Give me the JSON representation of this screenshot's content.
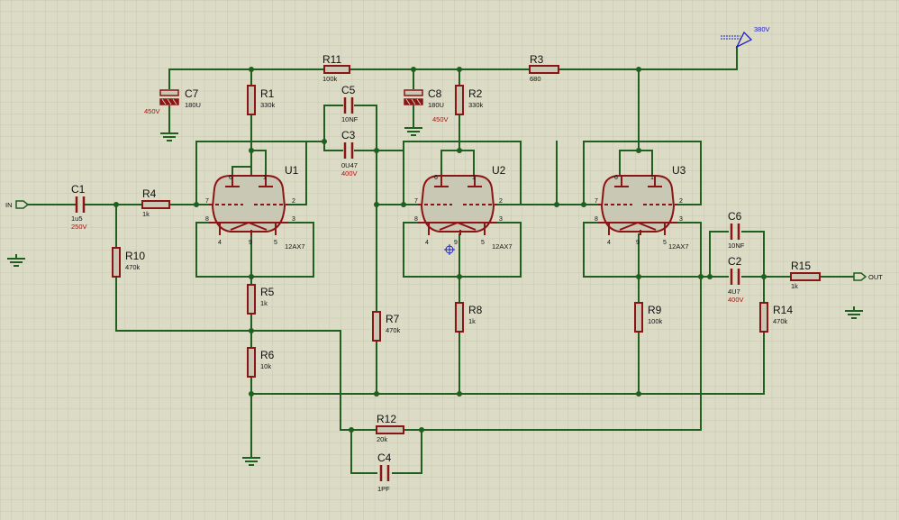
{
  "terminals": {
    "input": "IN",
    "output": "OUT",
    "supply": "380V"
  },
  "tubes": [
    {
      "ref": "U1",
      "type": "12AX7",
      "pins": [
        "6",
        "1",
        "7",
        "2",
        "8",
        "3",
        "4",
        "9",
        "5"
      ]
    },
    {
      "ref": "U2",
      "type": "12AX7",
      "pins": [
        "6",
        "1",
        "7",
        "2",
        "8",
        "3",
        "4",
        "9",
        "5"
      ]
    },
    {
      "ref": "U3",
      "type": "12AX7",
      "pins": [
        "6",
        "1",
        "7",
        "2",
        "8",
        "3",
        "4",
        "9",
        "5"
      ]
    }
  ],
  "resistors": [
    {
      "ref": "R1",
      "value": "330k"
    },
    {
      "ref": "R2",
      "value": "330k"
    },
    {
      "ref": "R3",
      "value": "680"
    },
    {
      "ref": "R4",
      "value": "1k"
    },
    {
      "ref": "R5",
      "value": "1k"
    },
    {
      "ref": "R6",
      "value": "10k"
    },
    {
      "ref": "R7",
      "value": "470k"
    },
    {
      "ref": "R8",
      "value": "1k"
    },
    {
      "ref": "R9",
      "value": "100k"
    },
    {
      "ref": "R10",
      "value": "470k"
    },
    {
      "ref": "R11",
      "value": "100k"
    },
    {
      "ref": "R12",
      "value": "20k"
    },
    {
      "ref": "R14",
      "value": "470k"
    },
    {
      "ref": "R15",
      "value": "1k"
    }
  ],
  "capacitors": [
    {
      "ref": "C1",
      "value": "1u5",
      "voltage": "250V"
    },
    {
      "ref": "C2",
      "value": "4U7",
      "voltage": "400V"
    },
    {
      "ref": "C3",
      "value": "0U47",
      "voltage": "400V"
    },
    {
      "ref": "C4",
      "value": "1PF",
      "voltage": ""
    },
    {
      "ref": "C5",
      "value": "10NF",
      "voltage": ""
    },
    {
      "ref": "C6",
      "value": "10NF",
      "voltage": ""
    },
    {
      "ref": "C7",
      "value": "180U",
      "voltage": "450V"
    },
    {
      "ref": "C8",
      "value": "180U",
      "voltage": "450V"
    }
  ],
  "colors": {
    "background": "#dcdcc6",
    "grid": "#c6c6b0",
    "wire": "#1f5f1f",
    "component": "#8b1515",
    "voltage_text": "#b01010",
    "supply_text": "#2020c0"
  }
}
